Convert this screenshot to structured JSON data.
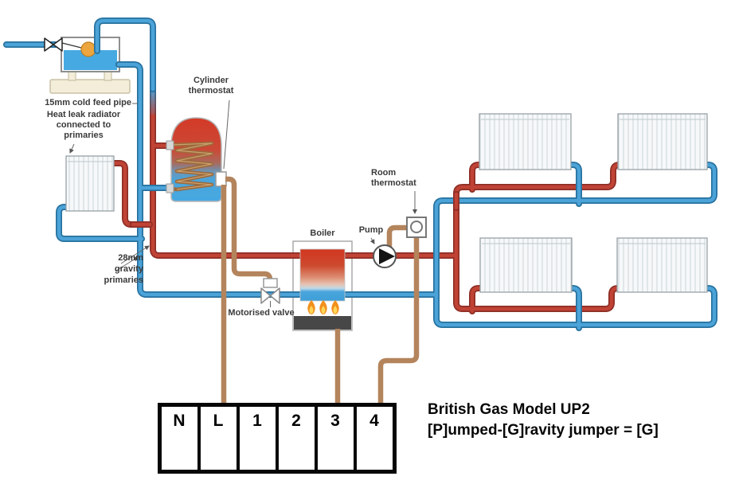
{
  "diagram": {
    "labels": {
      "cold_feed": "15mm cold feed pipe",
      "heat_leak_radiator": "Heat leak radiator\nconnected to\nprimaries",
      "cylinder_thermostat": "Cylinder\nthermostat",
      "gravity_primaries": "28mm\ngravity\nprimaries",
      "boiler": "Boiler",
      "motorised_valve": "Motorised valve",
      "pump": "Pump",
      "room_thermostat": "Room\nthermostat"
    },
    "terminal_block": {
      "terminals": [
        "N",
        "L",
        "1",
        "2",
        "3",
        "4"
      ]
    },
    "caption": {
      "line1": "British Gas Model UP2",
      "line2": "[P]umped-[G]ravity jumper = [G]"
    },
    "colors": {
      "flow_pipe_red": "#c04335",
      "return_pipe_blue": "#4ba3d8",
      "wire_brown": "#b4845c",
      "tank_water": "#47a9e1",
      "float_ball": "#eda63f",
      "burner": "#474747"
    }
  }
}
